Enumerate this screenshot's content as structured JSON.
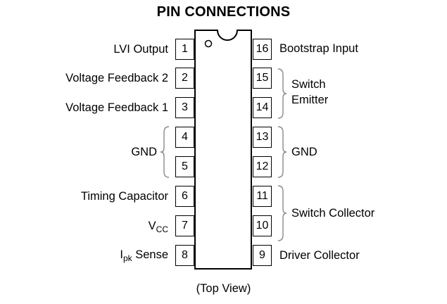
{
  "title": "PIN CONNECTIONS",
  "caption": "(Top View)",
  "left_pins": [
    {
      "number": "1",
      "label": "LVI Output"
    },
    {
      "number": "2",
      "label": "Voltage Feedback 2"
    },
    {
      "number": "3",
      "label": "Voltage Feedback 1"
    },
    {
      "number": "4",
      "label": ""
    },
    {
      "number": "5",
      "label": ""
    },
    {
      "number": "6",
      "label": "Timing Capacitor"
    },
    {
      "number": "7",
      "label_main": "V",
      "label_sub": "CC"
    },
    {
      "number": "8",
      "label_main": "I",
      "label_sub": "pk",
      "label_rest": " Sense"
    }
  ],
  "right_pins": [
    {
      "number": "16",
      "label": "Bootstrap Input"
    },
    {
      "number": "15",
      "label": ""
    },
    {
      "number": "14",
      "label": ""
    },
    {
      "number": "13",
      "label": ""
    },
    {
      "number": "12",
      "label": ""
    },
    {
      "number": "11",
      "label": ""
    },
    {
      "number": "10",
      "label": ""
    },
    {
      "number": "9",
      "label": "Driver Collector"
    }
  ],
  "groups": {
    "left_gnd": "GND",
    "right_switch_emitter_line1": "Switch",
    "right_switch_emitter_line2": "Emitter",
    "right_gnd": "GND",
    "right_switch_collector": "Switch Collector"
  }
}
